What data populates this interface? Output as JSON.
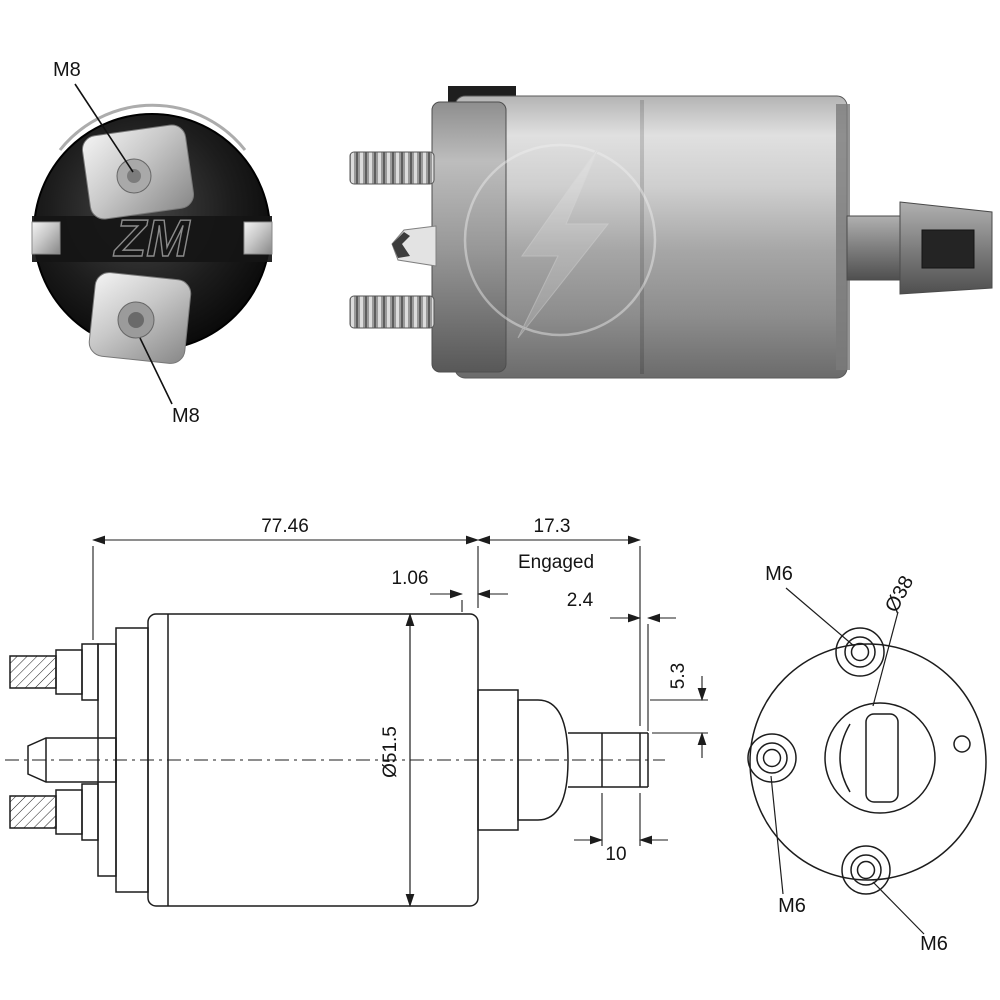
{
  "brand": {
    "watermark_text": "ZM"
  },
  "top": {
    "end_photo": {
      "label_top": "M8",
      "label_bottom": "M8"
    }
  },
  "drawing": {
    "side_view": {
      "dim_overall": "77.46",
      "dim_engaged": "17.3",
      "engaged_caption": "Engaged",
      "dim_flange": "1.06",
      "dim_pin": "2.4",
      "dim_depth": "5.3",
      "dim_diameter": "Ø51.5",
      "dim_slot": "10"
    },
    "end_view": {
      "hole_top": "M6",
      "bolt_circle": "Ø38",
      "hole_left": "M6",
      "hole_bottom": "M6"
    }
  },
  "colors": {
    "line": "#1c1c1c",
    "metal_light": "#e8e8e8",
    "metal_mid": "#9a9a9a",
    "metal_dark": "#4a4a4a",
    "cap_black": "#0d0d0d"
  }
}
